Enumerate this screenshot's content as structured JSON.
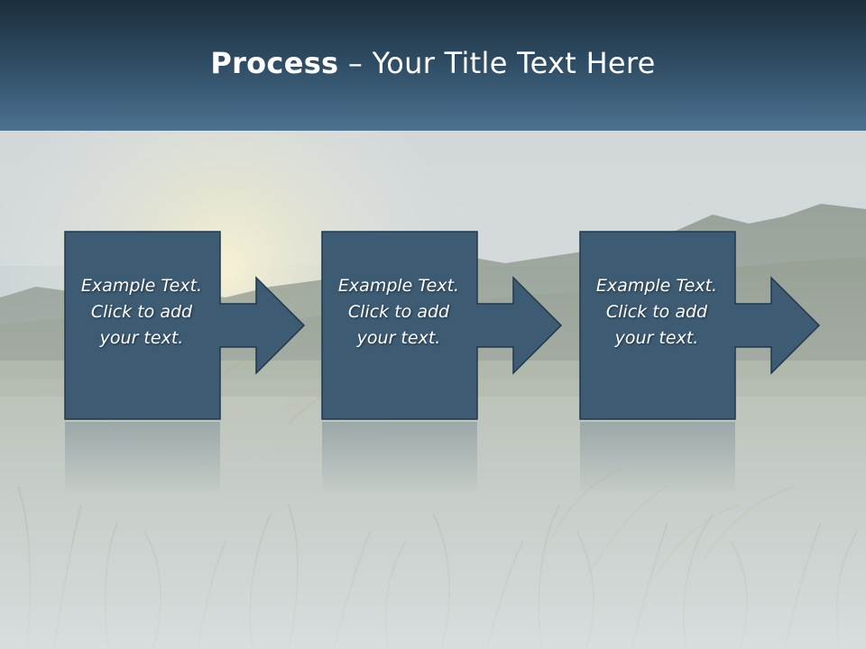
{
  "slide": {
    "title_bold": "Process",
    "title_rest": " – Your Title Text Here",
    "steps": [
      {
        "text": "Example Text.\nClick  to add\nyour text."
      },
      {
        "text": "Example Text.\nClick  to add\nyour text."
      },
      {
        "text": "Example Text.\nClick  to add\nyour text."
      }
    ]
  },
  "colors": {
    "title_bar": "#2d4a61",
    "box_fill": "#3d5b72",
    "box_stroke": "#22384a",
    "text": "#ffffff"
  }
}
